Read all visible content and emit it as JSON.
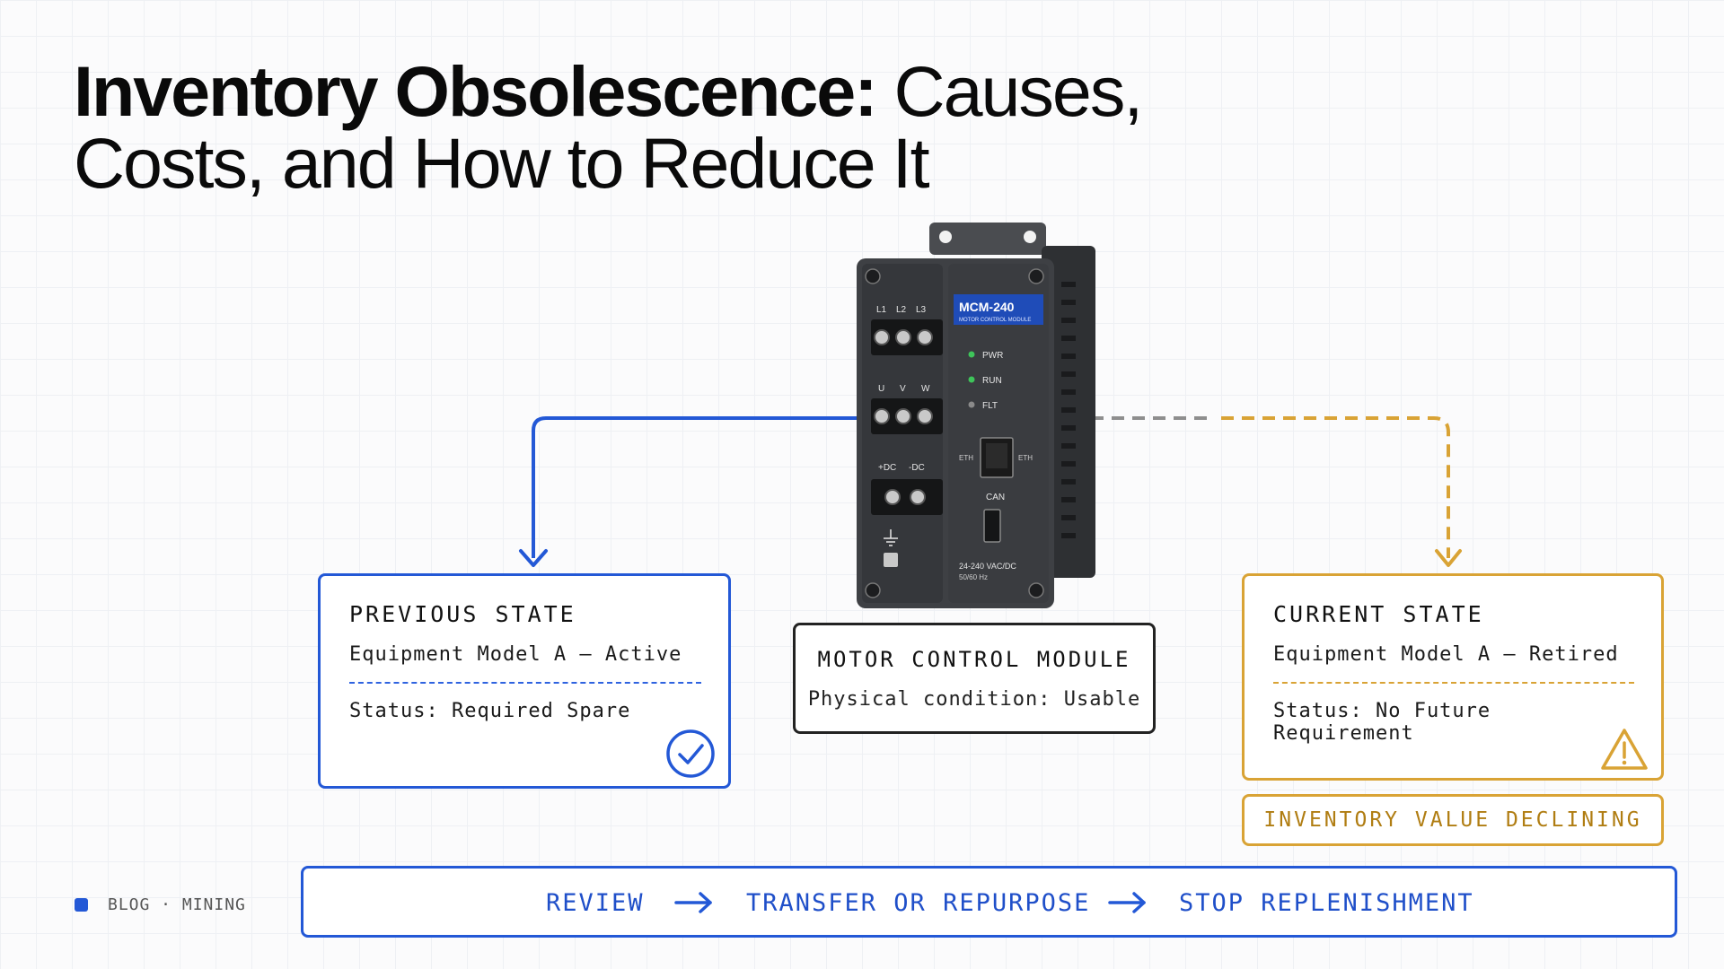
{
  "title": {
    "bold": "Inventory Obsolescence:",
    "rest_line1": " Causes,",
    "line2": "Costs, and How to Reduce It"
  },
  "device": {
    "model": "MCM-240",
    "subtitle": "MOTOR CONTROL MODULE",
    "terminals_top": [
      "L1",
      "L2",
      "L3"
    ],
    "terminals_mid": [
      "U",
      "V",
      "W"
    ],
    "terminals_dc": [
      "+DC",
      "-DC"
    ],
    "leds": [
      {
        "label": "PWR",
        "state": "on",
        "color": "#3ec45a"
      },
      {
        "label": "RUN",
        "state": "on",
        "color": "#3ec45a"
      },
      {
        "label": "FLT",
        "state": "off",
        "color": "#8a8a8a"
      }
    ],
    "port_left": "ETH",
    "port_right": "ETH",
    "can_label": "CAN",
    "rating_line1": "24-240 VAC/DC",
    "rating_line2": "50/60 Hz"
  },
  "previous_state": {
    "title": "PREVIOUS STATE",
    "line": "Equipment Model A – Active",
    "status": "Status: Required Spare",
    "icon": "check-circle-icon",
    "color": "#2358d6"
  },
  "module": {
    "title": "MOTOR CONTROL MODULE",
    "subtitle": "Physical condition: Usable"
  },
  "current_state": {
    "title": "CURRENT STATE",
    "line": "Equipment Model A – Retired",
    "status": "Status: No Future Requirement",
    "icon": "warning-triangle-icon",
    "color": "#d9a335"
  },
  "badge": {
    "label": "INVENTORY VALUE DECLINING"
  },
  "actions": {
    "steps": [
      "REVIEW",
      "TRANSFER OR REPURPOSE",
      "STOP REPLENISHMENT"
    ],
    "color": "#2358d6"
  },
  "footer": {
    "tag": "BLOG · MINING"
  }
}
